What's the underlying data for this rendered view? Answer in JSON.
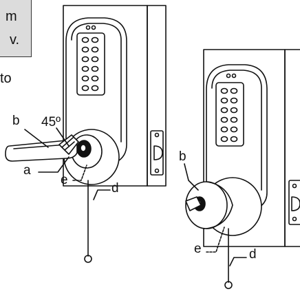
{
  "callout": {
    "line1": "m",
    "line2": "v.",
    "fragment": "to"
  },
  "labels": {
    "angle": "45º",
    "b_left": "b",
    "a_left": "a",
    "e_left": "e",
    "d_left": "d",
    "b_right": "b",
    "e_right": "e",
    "d_right": "d"
  }
}
